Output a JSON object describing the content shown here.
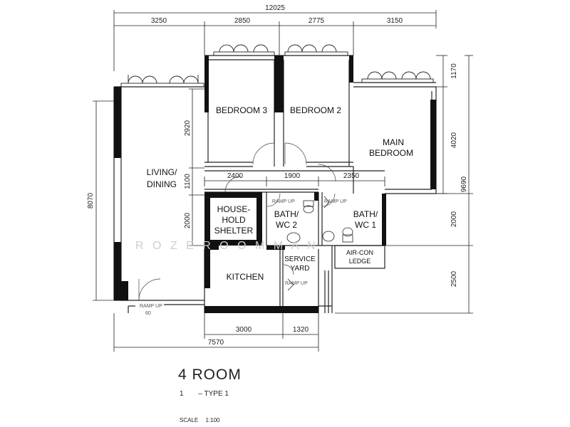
{
  "dimensions": {
    "overall_width": "12025",
    "top_segments": [
      "3250",
      "2850",
      "2775",
      "3150"
    ],
    "mid_segments": [
      "2400",
      "1900",
      "2350"
    ],
    "bottom_segments": [
      "3000",
      "1320"
    ],
    "bottom_overall": "7570",
    "left_overall": "8070",
    "inner_left": [
      "2920",
      "1100",
      "2000"
    ],
    "right_segments": [
      "1170",
      "4020",
      "2000",
      "2500"
    ],
    "right_overall": "9690"
  },
  "rooms": {
    "bedroom3": "BEDROOM 3",
    "bedroom2": "BEDROOM 2",
    "main_bedroom_line1": "MAIN",
    "main_bedroom_line2": "BEDROOM",
    "living_line1": "LIVING/",
    "living_line2": "DINING",
    "household_line1": "HOUSE-",
    "household_line2": "HOLD",
    "household_line3": "SHELTER",
    "bath2_line1": "BATH/",
    "bath2_line2": "WC 2",
    "bath1_line1": "BATH/",
    "bath1_line2": "WC 1",
    "service_line1": "SERVICE",
    "service_line2": "YARD",
    "kitchen": "KITCHEN",
    "aircon_line1": "AIR-CON",
    "aircon_line2": "LEDGE"
  },
  "ramps": {
    "ramp_up": "RAMP UP",
    "ramp_up_entry": "RAMP UP",
    "entry_code": "60"
  },
  "watermark": "R O Z E   R O O M M A N",
  "title": "4 ROOM",
  "subtitle_num": "1",
  "subtitle_type": "– TYPE 1",
  "scale_label": "SCALE",
  "scale_value": "1:100"
}
